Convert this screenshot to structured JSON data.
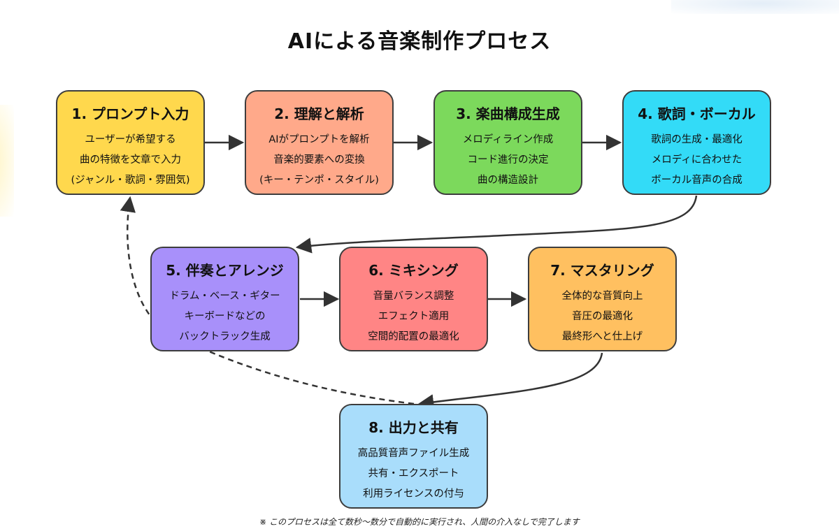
{
  "title": "AIによる音楽制作プロセス",
  "footnote": "※ このプロセスは全て数秒〜数分で自動的に実行され、人間の介入なしで完了します",
  "colors": {
    "step1": "#FFD84D",
    "step2": "#FFA98A",
    "step3": "#7CD95C",
    "step4": "#33DBF7",
    "step5": "#A890FA",
    "step6": "#FF8585",
    "step7": "#FFC060",
    "step8": "#A9DDFB",
    "border": "#3d3d3d",
    "arrow": "#333333"
  },
  "steps": [
    {
      "title": "1. プロンプト入力",
      "lines": [
        "ユーザーが希望する",
        "曲の特徴を文章で入力",
        "(ジャンル・歌詞・雰囲気)"
      ]
    },
    {
      "title": "2. 理解と解析",
      "lines": [
        "AIがプロンプトを解析",
        "音楽的要素への変換",
        "(キー・テンポ・スタイル)"
      ]
    },
    {
      "title": "3. 楽曲構成生成",
      "lines": [
        "メロディライン作成",
        "コード進行の決定",
        "曲の構造設計"
      ]
    },
    {
      "title": "4. 歌詞・ボーカル",
      "lines": [
        "歌詞の生成・最適化",
        "メロディに合わせた",
        "ボーカル音声の合成"
      ]
    },
    {
      "title": "5. 伴奏とアレンジ",
      "lines": [
        "ドラム・ベース・ギター",
        "キーボードなどの",
        "バックトラック生成"
      ]
    },
    {
      "title": "6. ミキシング",
      "lines": [
        "音量バランス調整",
        "エフェクト適用",
        "空間的配置の最適化"
      ]
    },
    {
      "title": "7. マスタリング",
      "lines": [
        "全体的な音質向上",
        "音圧の最適化",
        "最終形へと仕上げ"
      ]
    },
    {
      "title": "8. 出力と共有",
      "lines": [
        "高品質音声ファイル生成",
        "共有・エクスポート",
        "利用ライセンスの付与"
      ]
    }
  ]
}
